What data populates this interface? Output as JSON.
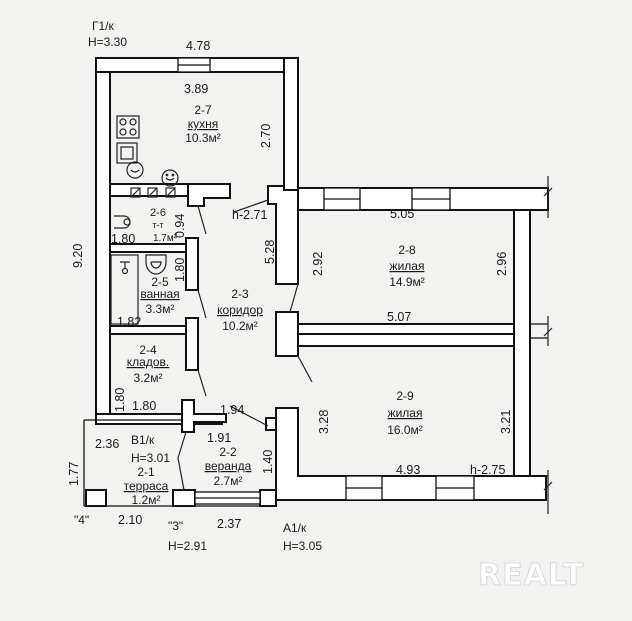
{
  "plan": {
    "blocks": {
      "g1": {
        "name": "Г1/к",
        "height": "H=3.30"
      },
      "b1": {
        "name": "В1/к",
        "height": "H=3.01"
      },
      "a1": {
        "name": "А1/к",
        "height": "H=3.05"
      },
      "three": {
        "name": "\"3\"",
        "height": "H=2.91"
      },
      "four": {
        "name": "\"4\""
      }
    },
    "rooms": [
      {
        "id": "2-7",
        "name": "кухня",
        "area": "10.3м²"
      },
      {
        "id": "2-6",
        "name": "т-т",
        "area": "1.7м²"
      },
      {
        "id": "2-5",
        "name": "ванная",
        "area": "3.3м²"
      },
      {
        "id": "2-3",
        "name": "коридор",
        "area": "10.2м²"
      },
      {
        "id": "2-4",
        "name": "кладов.",
        "area": "3.2м²"
      },
      {
        "id": "2-8",
        "name": "жилая",
        "area": "14.9м²"
      },
      {
        "id": "2-9",
        "name": "жилая",
        "area": "16.0м²"
      },
      {
        "id": "2-2",
        "name": "веранда",
        "area": "2.7м²"
      },
      {
        "id": "2-1",
        "name": "терраса",
        "area": "1.2м²"
      }
    ],
    "dimensions": {
      "top_outer": "4.78",
      "kitchen_width": "3.89",
      "kitchen_depth": "2.70",
      "left_total": "9.20",
      "hall_h": "h-2.71",
      "corr_wall": "5.28",
      "wc_width": "1.80",
      "wc_depth": "0.94",
      "bath_depth": "1.80",
      "bath_width": "1.82",
      "store_depth": "1.80",
      "store_width": "1.80",
      "veranda_top": "1.94",
      "veranda_w": "1.91",
      "veranda_d": "1.40",
      "terrace_top": "2.36",
      "terrace_side": "1.77",
      "terrace_bottom": "2.10",
      "veranda_bottom": "2.37",
      "room8_top": "5.05",
      "room8_left": "2.92",
      "room8_right": "2.96",
      "room8_bottom": "5.07",
      "room9_left": "3.28",
      "room9_right": "3.21",
      "room9_bottom": "4.93",
      "room9_h": "h-2.75"
    },
    "watermark": "REALT"
  }
}
